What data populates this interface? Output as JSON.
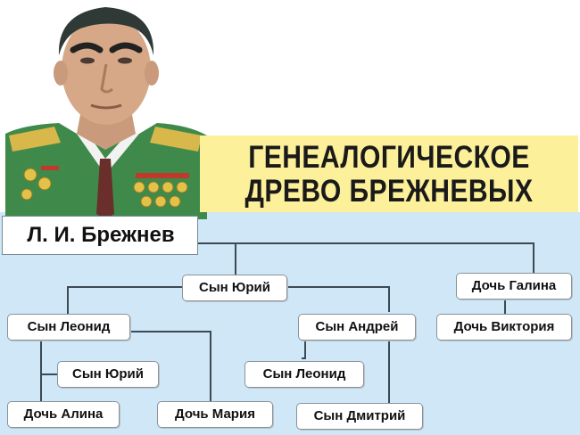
{
  "title": {
    "line1": "ГЕНЕАЛОГИЧЕСКОЕ",
    "line2": "ДРЕВО БРЕЖНЕВЫХ"
  },
  "root": {
    "label": "Л. И. Брежнев"
  },
  "nodes": {
    "son_yuri": "Сын Юрий",
    "daughter_galina": "Дочь Галина",
    "son_leonid": "Сын Леонид",
    "son_andrei": "Сын Андрей",
    "daughter_viktoria": "Дочь Виктория",
    "grandson_yuri": "Сын Юрий",
    "grandson_leonid": "Сын Леонид",
    "daughter_alina": "Дочь Алина",
    "daughter_maria": "Дочь Мария",
    "son_dmitry": "Сын Дмитрий"
  },
  "colors": {
    "background_blue": "#cfe7f7",
    "title_yellow": "#fdf09a",
    "uniform_green": "#3f8a4a"
  }
}
